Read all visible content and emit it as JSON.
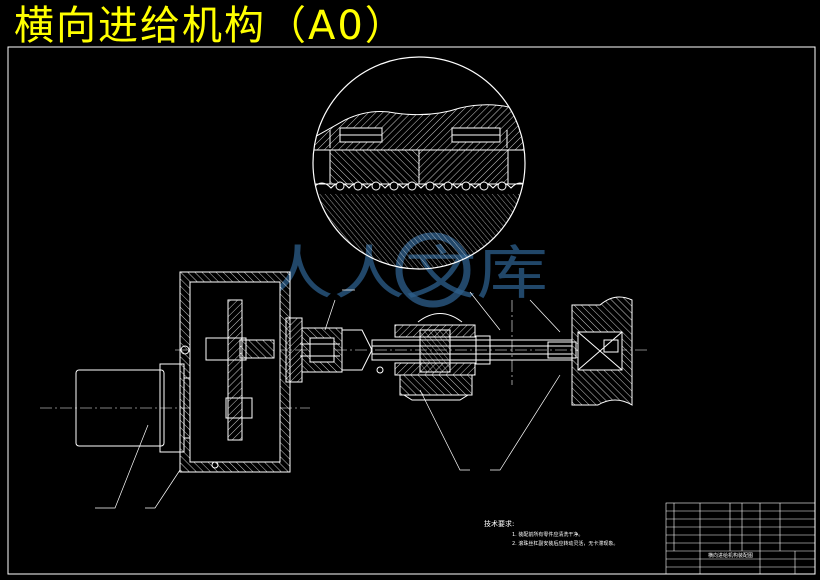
{
  "title": "横向进给机构（A0）",
  "watermark": "人人文库",
  "notes": {
    "heading": "技术要求:",
    "line1": "1. 装配前所有零件应清洗干净。",
    "line2": "2. 滚珠丝杠副安装后应转动灵活，无卡滞现象。"
  },
  "title_block": {
    "drawing_name": "横向进给机构装配图"
  },
  "colors": {
    "title": "#ffff00",
    "lines": "#ffffff",
    "watermark": "#2d5f8c"
  }
}
